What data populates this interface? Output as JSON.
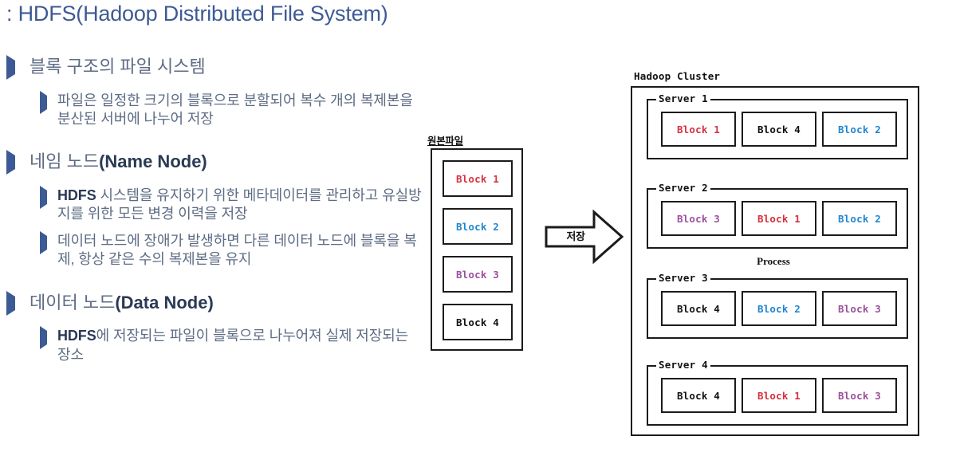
{
  "slide": {
    "title": ": HDFS(Hadoop Distributed File System)"
  },
  "outline": [
    {
      "level": 1,
      "text_parts": [
        {
          "text": "블록 구조의 파일 시스템",
          "style": "normal"
        }
      ]
    },
    {
      "level": 2,
      "text_parts": [
        {
          "text": "파일은 일정한 크기의 블록으로 분할되어 복수 개의 복제본을 분산된 서버에 나누어 저장",
          "style": "normal"
        }
      ]
    },
    {
      "level": 1,
      "text_parts": [
        {
          "text": "네임 노드",
          "style": "normal"
        },
        {
          "text": "(Name Node)",
          "style": "bold"
        }
      ]
    },
    {
      "level": 2,
      "text_parts": [
        {
          "text": "HDFS",
          "style": "bold"
        },
        {
          "text": " 시스템을 유지하기 위한 메타데이터를 관리하고 유실방지를 위한 모든 변경 이력을 저장",
          "style": "normal"
        }
      ]
    },
    {
      "level": 2,
      "text_parts": [
        {
          "text": "데이터 노드에 장애가 발생하면 다른 데이터 노드에 블록을 복제, 항상 같은 수의 복제본을 유지",
          "style": "normal"
        }
      ]
    },
    {
      "level": 1,
      "text_parts": [
        {
          "text": "데이터 노드",
          "style": "normal"
        },
        {
          "text": "(Data Node)",
          "style": "bold"
        }
      ]
    },
    {
      "level": 2,
      "text_parts": [
        {
          "text": "HDFS",
          "style": "bold"
        },
        {
          "text": "에 저장되는 파일이 블록으로 나누어져 실제 저장되는 장소",
          "style": "normal"
        }
      ]
    }
  ],
  "diagram": {
    "source_file": {
      "label": "원본파일",
      "blocks": [
        {
          "label": "Block 1",
          "color": "#d7303f"
        },
        {
          "label": "Block 2",
          "color": "#1f86d0"
        },
        {
          "label": "Block 3",
          "color": "#9b4f9b"
        },
        {
          "label": "Block 4",
          "color": "#111111"
        }
      ]
    },
    "arrow": {
      "label": "저장"
    },
    "process_label": "Process",
    "cluster": {
      "title": "Hadoop Cluster",
      "servers": [
        {
          "label": "Server 1",
          "blocks": [
            {
              "label": "Block 1",
              "color": "#d7303f"
            },
            {
              "label": "Block 4",
              "color": "#111111"
            },
            {
              "label": "Block 2",
              "color": "#1f86d0"
            }
          ]
        },
        {
          "label": "Server 2",
          "blocks": [
            {
              "label": "Block 3",
              "color": "#9b4f9b"
            },
            {
              "label": "Block 1",
              "color": "#d7303f"
            },
            {
              "label": "Block 2",
              "color": "#1f86d0"
            }
          ]
        },
        {
          "label": "Server 3",
          "blocks": [
            {
              "label": "Block 4",
              "color": "#111111"
            },
            {
              "label": "Block 2",
              "color": "#1f86d0"
            },
            {
              "label": "Block 3",
              "color": "#9b4f9b"
            }
          ]
        },
        {
          "label": "Server 4",
          "blocks": [
            {
              "label": "Block 4",
              "color": "#111111"
            },
            {
              "label": "Block 1",
              "color": "#d7303f"
            },
            {
              "label": "Block 3",
              "color": "#9b4f9b"
            }
          ]
        }
      ]
    }
  },
  "colors": {
    "title": "#3d5a94",
    "body_text": "#5d6c84",
    "emphasis_text": "#2a3a55",
    "bullet_marker": "#3d5a94",
    "block_red": "#d7303f",
    "block_blue": "#1f86d0",
    "block_purple": "#9b4f9b",
    "block_black": "#111111",
    "outline_stroke": "#1b1b1b"
  }
}
